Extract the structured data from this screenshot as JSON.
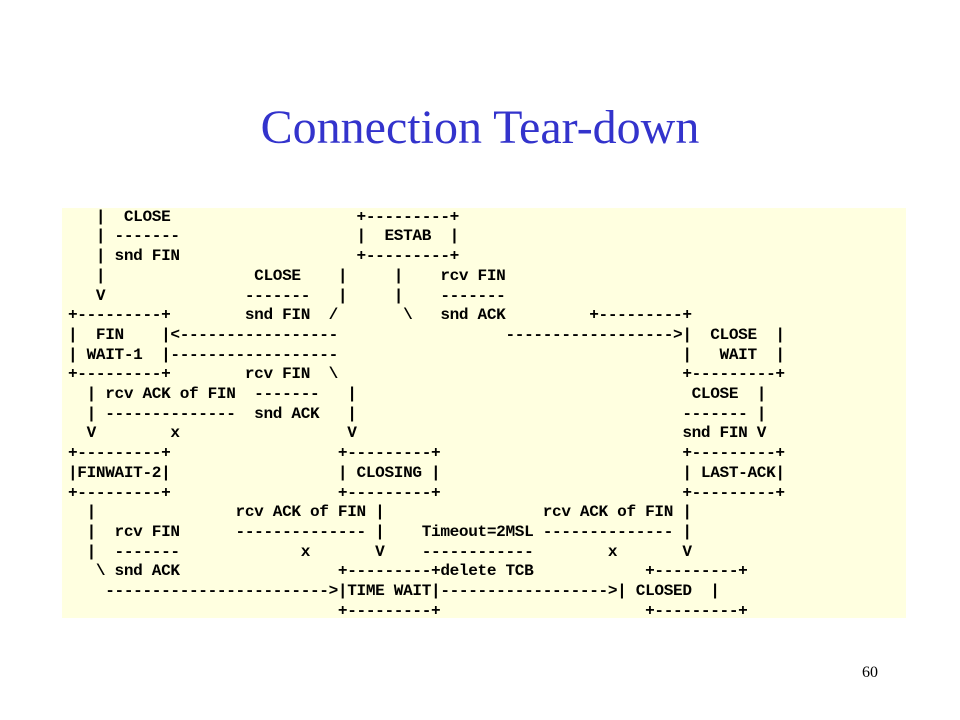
{
  "slide": {
    "title": "Connection Tear-down",
    "page_number": "60"
  },
  "diagram": {
    "ascii": "   |                           |         |\n   |  CLOSE                    +---------+\n   | -------                   |  ESTAB  |\n   | snd FIN                   +---------+\n   |                CLOSE    |     |    rcv FIN\n   V               -------   |     |    -------\n+---------+        snd FIN  /       \\   snd ACK         +---------+\n|  FIN    |<-----------------                  ------------------>|  CLOSE  |\n| WAIT-1  |------------------                                     |   WAIT  |\n+---------+        rcv FIN  \\                                     +---------+\n  | rcv ACK of FIN  -------   |                                    CLOSE  |\n  | --------------  snd ACK   |                                   ------- |\n  V        x                  V                                   snd FIN V\n+---------+                  +---------+                          +---------+\n|FINWAIT-2|                  | CLOSING |                          | LAST-ACK|\n+---------+                  +---------+                          +---------+\n  |               rcv ACK of FIN |                 rcv ACK of FIN |\n  |  rcv FIN      -------------- |    Timeout=2MSL -------------- |\n  |  -------             x       V    ------------        x       V\n   \\ snd ACK                 +---------+delete TCB            +---------+\n    ------------------------>|TIME WAIT|------------------>| CLOSED  |\n                             +---------+                      +---------+"
  }
}
